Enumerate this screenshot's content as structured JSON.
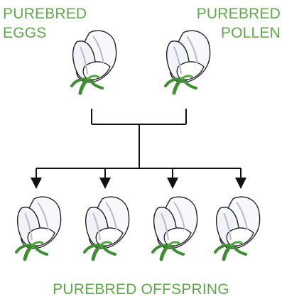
{
  "labels": {
    "eggs_line1": "PUREBRED",
    "eggs_line2": "EGGS",
    "pollen_line1": "PUREBRED",
    "pollen_line2": "POLLEN",
    "offspring": "PUREBRED OFFSPRING"
  },
  "colors": {
    "label_green": "#5fa84a",
    "petal_white": "#f8f8fc",
    "petal_shadow": "#b8bac8",
    "stem_green": "#3f8e34",
    "line_black": "#111111"
  },
  "icons": {
    "parent_flower": "white-flower-icon",
    "offspring_flower": "white-flower-icon",
    "arrow": "arrow-down-icon"
  }
}
